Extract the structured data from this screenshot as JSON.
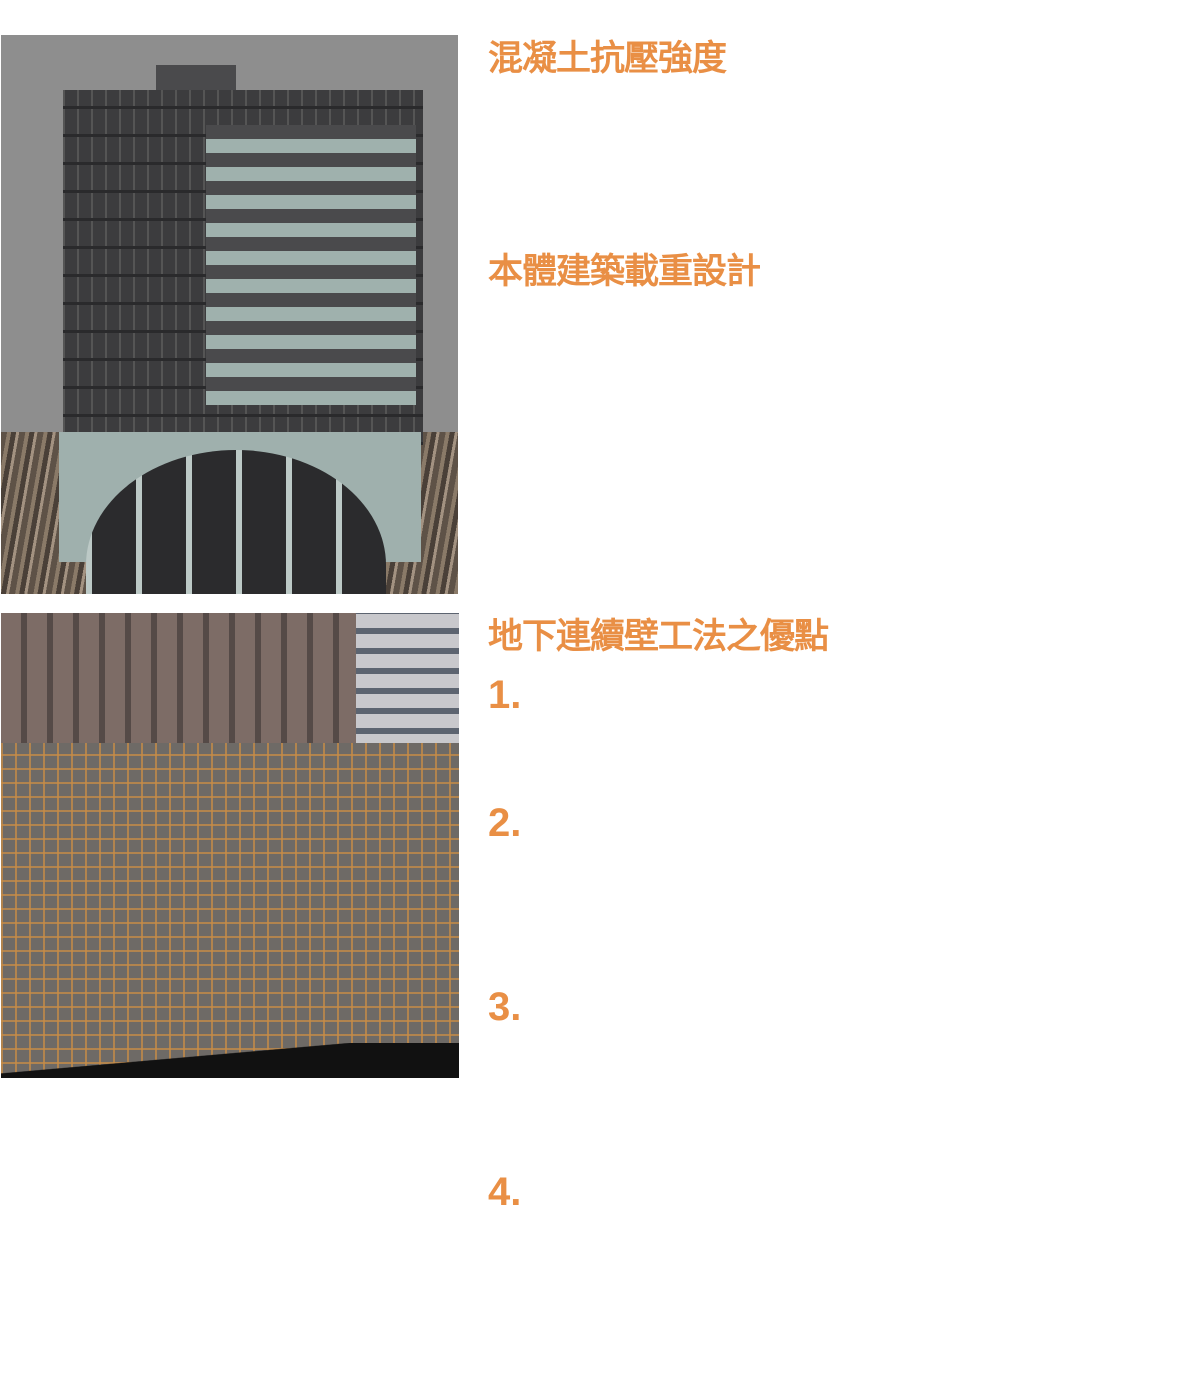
{
  "headings": {
    "concrete_strength": "混凝土抗壓強度",
    "load_design": "本體建築載重設計",
    "diaphragm_wall_advantages": "地下連續壁工法之優點"
  },
  "advantages": [
    "1.",
    "2.",
    "3.",
    "4."
  ],
  "accent_color": "#e98f45"
}
